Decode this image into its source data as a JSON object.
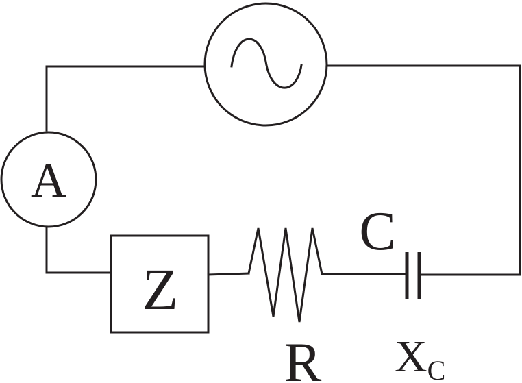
{
  "diagram": {
    "type": "series AC circuit",
    "labels": {
      "ammeter": "A",
      "impedance": "Z",
      "resistor": "R",
      "capacitor": "C",
      "reactance_main": "X",
      "reactance_sub": "C"
    },
    "icons": {
      "source": "ac-source-icon",
      "ammeter": "ammeter-icon",
      "impedance": "impedance-box-icon",
      "resistor": "resistor-zigzag-icon",
      "capacitor": "capacitor-icon"
    },
    "colors": {
      "line": "#231f20",
      "background": "#ffffff"
    }
  }
}
